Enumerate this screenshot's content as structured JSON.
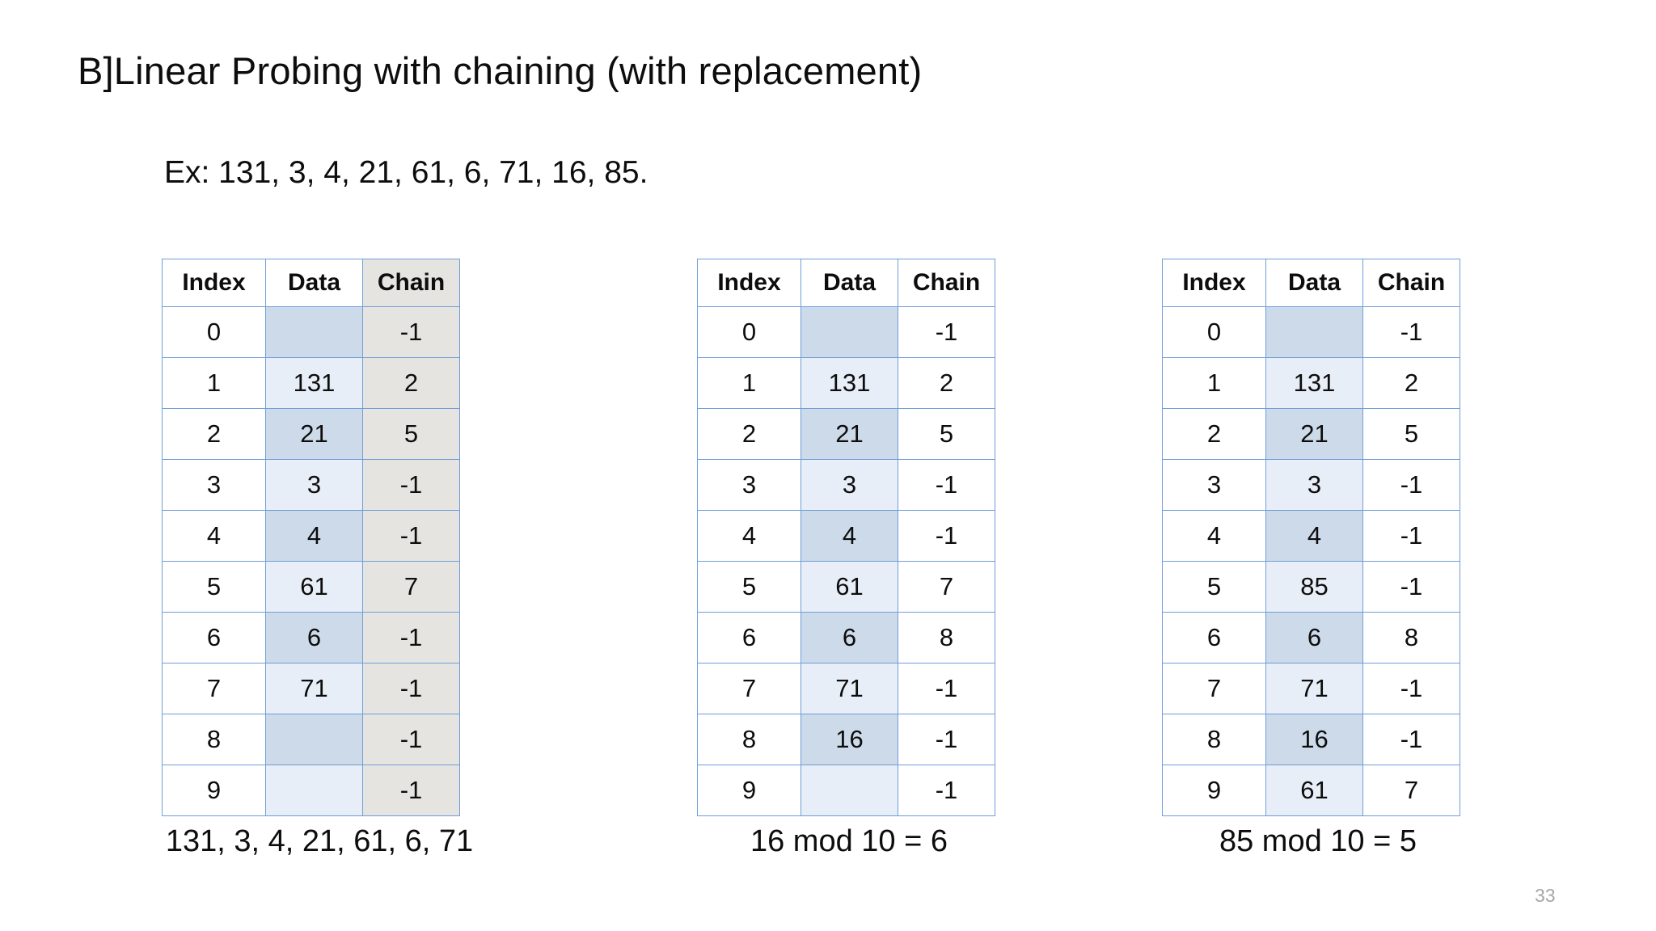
{
  "slide": {
    "title": "B]Linear Probing with chaining (with replacement)",
    "example": "Ex: 131, 3, 4, 21, 61, 6, 71, 16, 85.",
    "page_number": "33"
  },
  "colors": {
    "chain_text": "#ff0000",
    "table_border": "#6f9ed8",
    "data_band_dark": "#ccdaea",
    "data_band_light": "#e8eef7",
    "chain_gray": "#e6e4e1",
    "page_number": "#a6a6a6"
  },
  "columns": {
    "index": "Index",
    "data": "Data",
    "chain": "Chain"
  },
  "tables": [
    {
      "caption": "131, 3, 4, 21, 61, 6, 71",
      "rows": [
        {
          "index": "0",
          "data": "",
          "chain": "-1"
        },
        {
          "index": "1",
          "data": "131",
          "chain": "2"
        },
        {
          "index": "2",
          "data": "21",
          "chain": "5"
        },
        {
          "index": "3",
          "data": "3",
          "chain": "-1"
        },
        {
          "index": "4",
          "data": "4",
          "chain": "-1"
        },
        {
          "index": "5",
          "data": "61",
          "chain": "7"
        },
        {
          "index": "6",
          "data": "6",
          "chain": "-1"
        },
        {
          "index": "7",
          "data": "71",
          "chain": "-1"
        },
        {
          "index": "8",
          "data": "",
          "chain": "-1"
        },
        {
          "index": "9",
          "data": "",
          "chain": "-1"
        }
      ]
    },
    {
      "caption": "16 mod 10 = 6",
      "rows": [
        {
          "index": "0",
          "data": "",
          "chain": "-1"
        },
        {
          "index": "1",
          "data": "131",
          "chain": "2"
        },
        {
          "index": "2",
          "data": "21",
          "chain": "5"
        },
        {
          "index": "3",
          "data": "3",
          "chain": "-1"
        },
        {
          "index": "4",
          "data": "4",
          "chain": "-1"
        },
        {
          "index": "5",
          "data": "61",
          "chain": "7"
        },
        {
          "index": "6",
          "data": "6",
          "chain": "8"
        },
        {
          "index": "7",
          "data": "71",
          "chain": "-1"
        },
        {
          "index": "8",
          "data": "16",
          "chain": "-1"
        },
        {
          "index": "9",
          "data": "",
          "chain": "-1"
        }
      ]
    },
    {
      "caption": "85 mod 10 = 5",
      "rows": [
        {
          "index": "0",
          "data": "",
          "chain": "-1"
        },
        {
          "index": "1",
          "data": "131",
          "chain": "2"
        },
        {
          "index": "2",
          "data": "21",
          "chain": "5"
        },
        {
          "index": "3",
          "data": "3",
          "chain": "-1"
        },
        {
          "index": "4",
          "data": "4",
          "chain": "-1"
        },
        {
          "index": "5",
          "data": "85",
          "chain": "-1"
        },
        {
          "index": "6",
          "data": "6",
          "chain": "8"
        },
        {
          "index": "7",
          "data": "71",
          "chain": "-1"
        },
        {
          "index": "8",
          "data": "16",
          "chain": "-1"
        },
        {
          "index": "9",
          "data": "61",
          "chain": "7"
        }
      ]
    }
  ]
}
